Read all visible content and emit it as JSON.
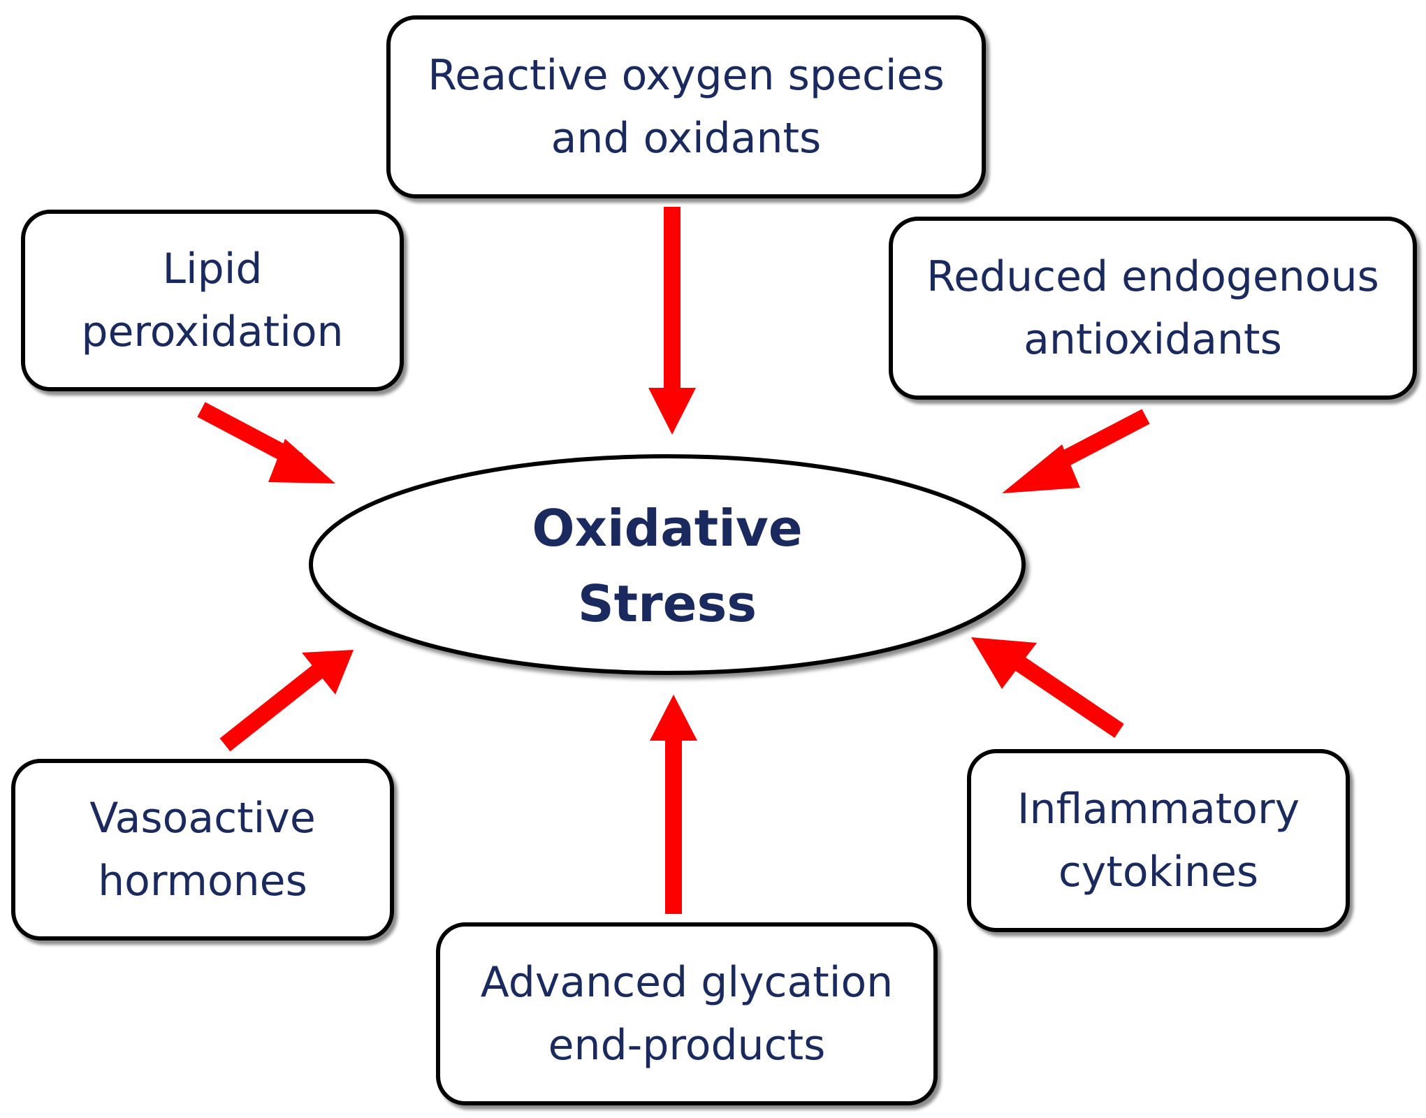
{
  "diagram": {
    "center": {
      "line1": "Oxidative",
      "line2": "Stress"
    },
    "nodes": {
      "ros": {
        "line1": "Reactive oxygen species",
        "line2": "and oxidants"
      },
      "lipid": {
        "line1": "Lipid",
        "line2": "peroxidation"
      },
      "antioxidants": {
        "line1": "Reduced endogenous",
        "line2": "antioxidants"
      },
      "vasoactive": {
        "line1": "Vasoactive",
        "line2": "hormones"
      },
      "age": {
        "line1": "Advanced glycation",
        "line2": "end-products"
      },
      "cytokines": {
        "line1": "Inflammatory",
        "line2": "cytokines"
      }
    },
    "colors": {
      "arrow": "#ff0000",
      "text": "#1a2a5e",
      "border": "#000000"
    }
  }
}
